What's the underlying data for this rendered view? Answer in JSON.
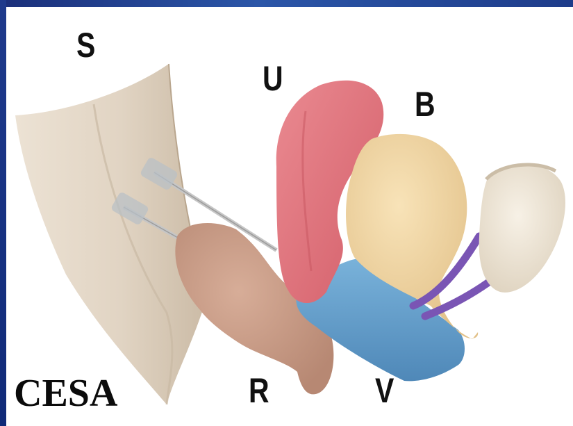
{
  "labels": {
    "s": "S",
    "u": "U",
    "b": "B",
    "r": "R",
    "v": "V"
  },
  "brand": "CESA",
  "colors": {
    "frame": "#1e3c8a",
    "sacrum": "#e2d6c6",
    "uterus": "#df6f78",
    "bladder": "#eed29e",
    "rectum": "#c99b86",
    "vagina": "#5f9cc8",
    "ureter": "#7a55b4",
    "pubis": "#efe6d8",
    "mesh_tape": "#c9c9c9"
  }
}
